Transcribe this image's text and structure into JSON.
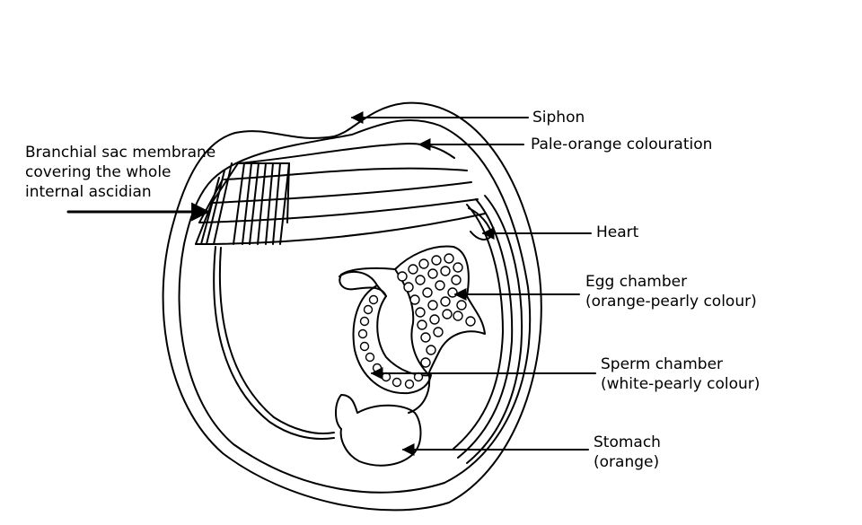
{
  "labels": {
    "siphon": "Siphon",
    "pale_orange": "Pale-orange colouration",
    "branchial": [
      "Branchial sac membrane",
      "covering the whole",
      "internal ascidian"
    ],
    "heart": "Heart",
    "egg": [
      "Egg chamber",
      "(orange-pearly colour)"
    ],
    "sperm": [
      "Sperm chamber",
      "(white-pearly colour)"
    ],
    "stomach": [
      "Stomach",
      "(orange)"
    ]
  },
  "colors": {
    "line": "#000000",
    "background": "#ffffff"
  }
}
